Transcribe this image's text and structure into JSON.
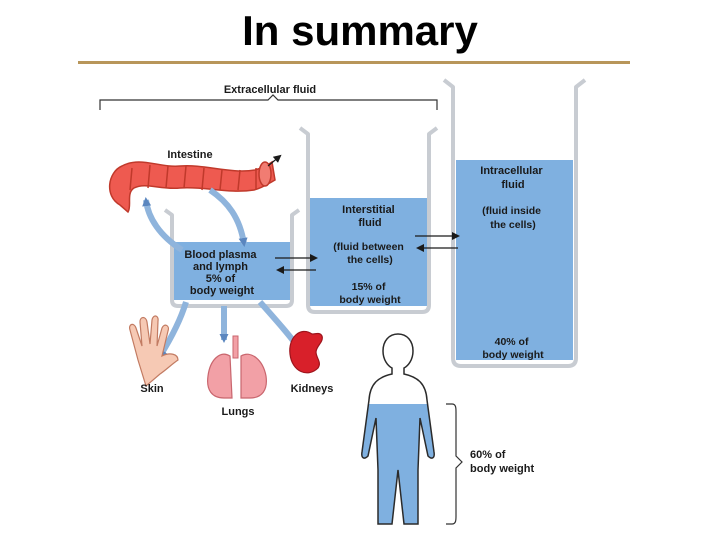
{
  "title": "In summary",
  "colors": {
    "title_rule": "#b8965a",
    "fluid": "#7fb0e0",
    "fluid_light": "#a9cbee",
    "glass": "#c8ccd2",
    "arrow": "#8fb4dc",
    "intestine": "#ee5a50",
    "lungs": "#f2a0a6",
    "kidney": "#d8202a"
  },
  "labels": {
    "extracellular": "Extracellular fluid",
    "intestine": "Intestine",
    "plasma": [
      "Blood plasma",
      "and lymph",
      "5% of",
      "body weight"
    ],
    "interstitial": [
      "Interstitial",
      "fluid"
    ],
    "interstitial_desc": [
      "(fluid between",
      "the cells)"
    ],
    "interstitial_pct": [
      "15% of",
      "body weight"
    ],
    "intracellular": [
      "Intracellular",
      "fluid"
    ],
    "intracellular_desc": [
      "(fluid inside",
      "the cells)"
    ],
    "intracellular_pct": [
      "40% of",
      "body weight"
    ],
    "skin": "Skin",
    "lungs": "Lungs",
    "kidneys": "Kidneys",
    "body_pct": [
      "60% of",
      "body weight"
    ]
  }
}
